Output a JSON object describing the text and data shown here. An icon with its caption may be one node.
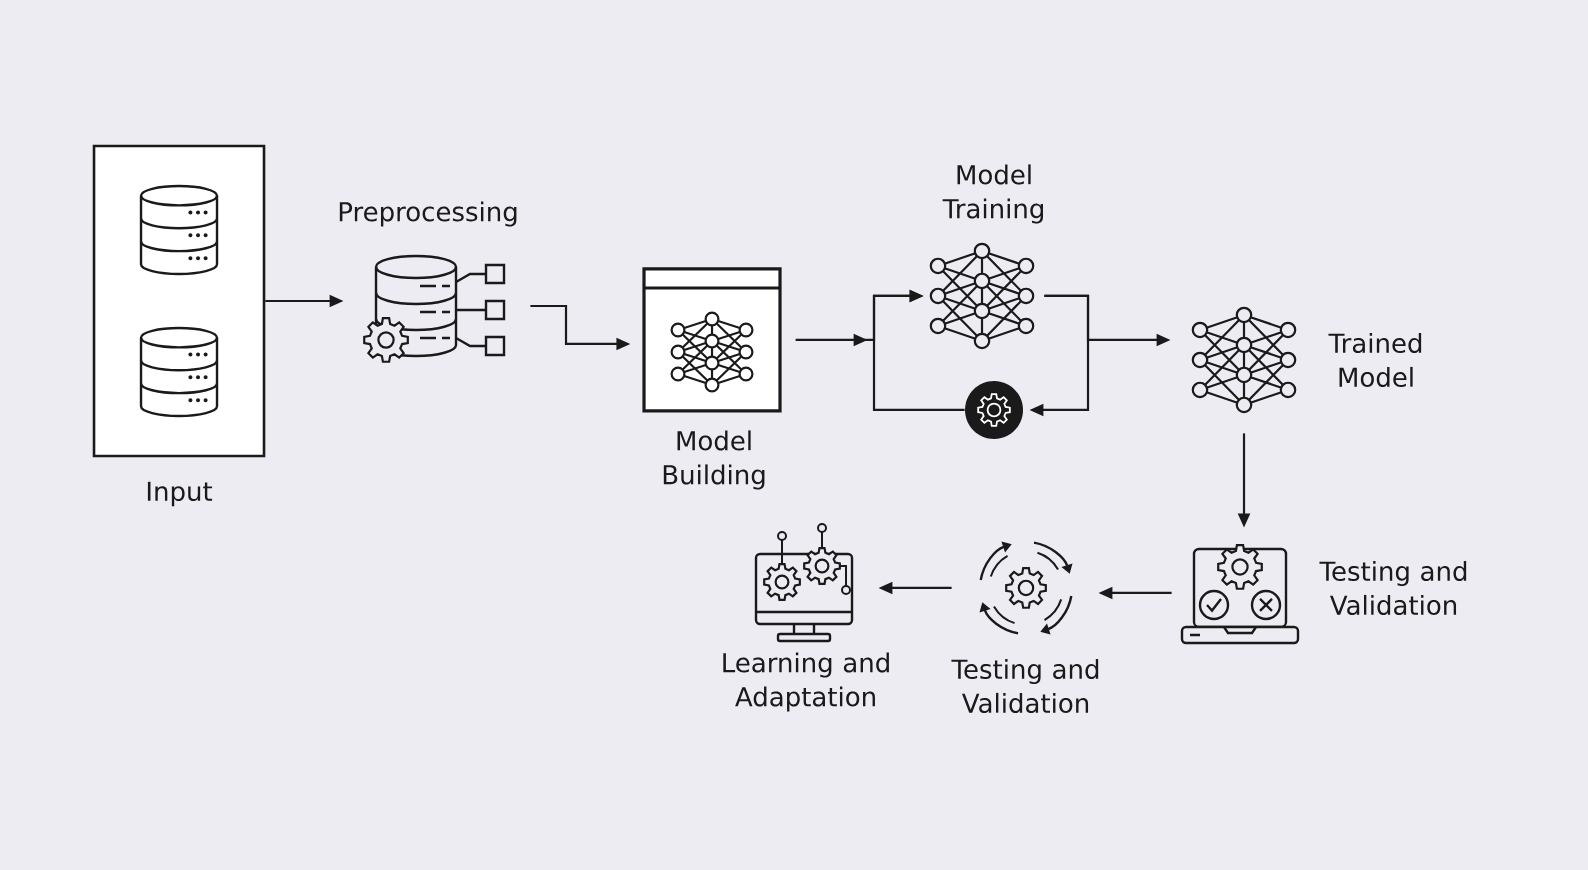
{
  "diagram": {
    "nodes": [
      {
        "text": [
          "Input"
        ]
      },
      {
        "text": [
          "Preprocessing"
        ]
      },
      {
        "text": [
          "Model Building"
        ]
      },
      {
        "text": [
          "Model Training"
        ]
      },
      {
        "text": [],
        "shape": "circle"
      },
      {
        "text": [
          "Trained Model"
        ]
      },
      {
        "text": [
          "Testing and Validation"
        ]
      },
      {
        "text": [
          "Testing and Validation"
        ]
      },
      {
        "text": [
          "Learning and Adaptation"
        ]
      }
    ],
    "edges": [
      {
        "from": 0,
        "to": 1,
        "arrow": "to"
      },
      {
        "from": 1,
        "to": 2,
        "arrow": "to"
      },
      {
        "from": 2,
        "to": 3,
        "arrow": "to"
      },
      {
        "from": 3,
        "to": 4,
        "arrow": "to"
      },
      {
        "from": 4,
        "to": 3,
        "arrow": "to"
      },
      {
        "from": 3,
        "to": 5,
        "arrow": "to"
      },
      {
        "from": 5,
        "to": 6,
        "arrow": "to"
      },
      {
        "from": 6,
        "to": 7,
        "arrow": "to"
      },
      {
        "from": 7,
        "to": 8,
        "arrow": "to"
      }
    ]
  }
}
